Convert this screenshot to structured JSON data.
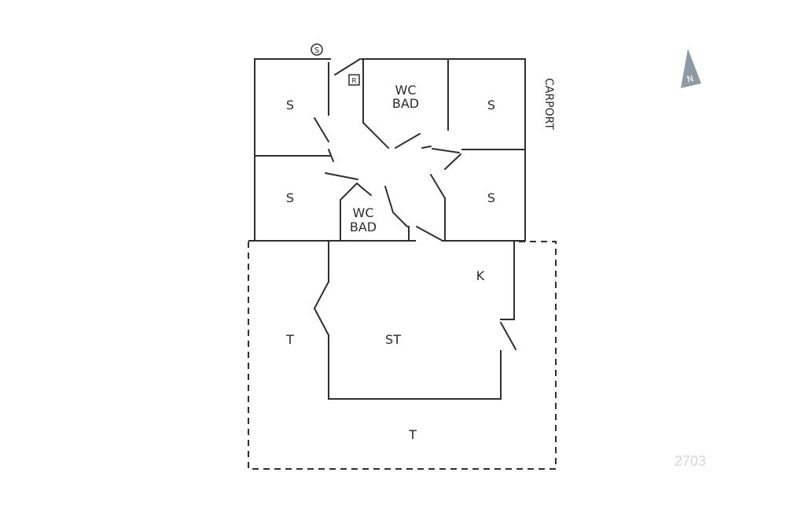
{
  "rooms": {
    "s_top_left": "S",
    "wc_top_1": "WC",
    "bad_top": "BAD",
    "s_top_right": "S",
    "s_mid_left": "S",
    "wc_mid_1": "WC",
    "bad_mid": "BAD",
    "s_mid_right": "S",
    "k": "K",
    "t_left": "T",
    "st": "ST",
    "t_bottom": "T"
  },
  "carport": "CARPORT",
  "symbols": {
    "s_circle": "S",
    "r_square": "R"
  },
  "north": "N",
  "plan_code": "2703"
}
